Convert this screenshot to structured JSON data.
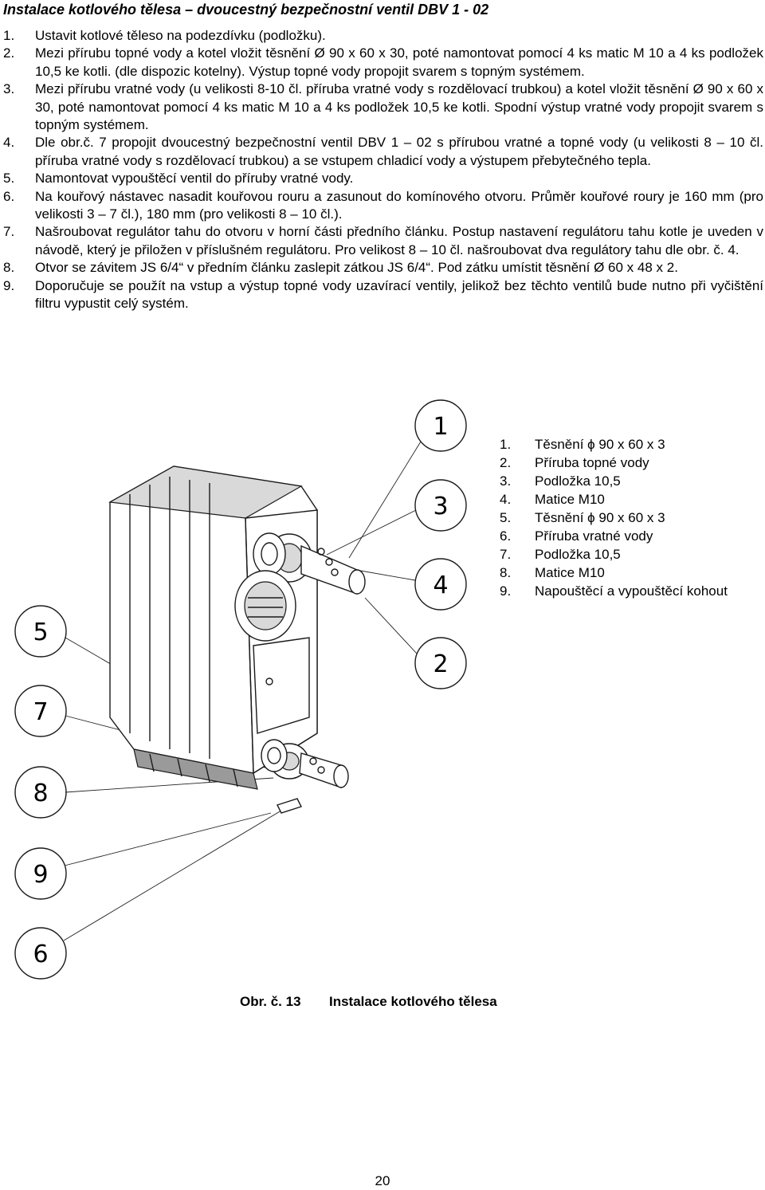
{
  "document": {
    "title": "Instalace kotlového tělesa – dvoucestný bezpečnostní ventil DBV 1 - 02",
    "steps": [
      {
        "num": "1.",
        "text": "Ustavit kotlové těleso na podezdívku (podložku)."
      },
      {
        "num": "2.",
        "text": "Mezi přírubu topné vody a kotel vložit těsnění Ø 90 x 60 x 30, poté namontovat pomocí 4 ks matic M 10 a 4 ks podložek 10,5 ke kotli. (dle dispozic kotelny). Výstup topné vody propojit svarem s topným systémem."
      },
      {
        "num": "3.",
        "text": "Mezi přírubu vratné vody (u velikosti 8-10 čl. příruba vratné vody s rozdělovací trubkou) a kotel vložit těsnění Ø 90 x 60 x 30, poté namontovat pomocí 4 ks matic M 10 a 4 ks podložek 10,5 ke kotli. Spodní výstup vratné vody propojit svarem s topným systémem."
      },
      {
        "num": "4.",
        "text": "Dle obr.č. 7 propojit dvoucestný bezpečnostní ventil DBV 1 – 02 s přírubou vratné a topné vody (u velikosti 8 – 10 čl. příruba vratné vody s rozdělovací trubkou) a se vstupem chladicí vody a výstupem přebytečného tepla."
      },
      {
        "num": "5.",
        "text": "Namontovat vypouštěcí ventil do příruby vratné vody."
      },
      {
        "num": "6.",
        "text": "Na kouřový nástavec nasadit kouřovou rouru a zasunout do komínového otvoru. Průměr kouřové roury je 160 mm (pro velikosti 3 – 7 čl.), 180 mm (pro velikosti 8 – 10 čl.)."
      },
      {
        "num": "7.",
        "text": "Našroubovat regulátor tahu do otvoru v horní části předního článku. Postup nastavení regulátoru tahu kotle je uveden v návodě, který je přiložen v příslušném regulátoru. Pro velikost 8 – 10 čl. našroubovat dva regulátory tahu dle obr. č. 4."
      },
      {
        "num": "8.",
        "text": "Otvor se závitem JS 6/4“ v předním článku zaslepit zátkou JS 6/4“. Pod zátku umístit těsnění Ø 60 x 48 x 2."
      },
      {
        "num": "9.",
        "text": "Doporučuje se použít na vstup a výstup topné vody uzavírací ventily, jelikož bez těchto ventilů bude nutno při vyčištění filtru vypustit celý systém."
      }
    ]
  },
  "figure": {
    "callouts": [
      "1",
      "3",
      "4",
      "2",
      "5",
      "7",
      "8",
      "9",
      "6"
    ],
    "legend": [
      {
        "num": "1.",
        "text": "Těsnění ϕ 90 x 60 x 3"
      },
      {
        "num": "2.",
        "text": "Příruba topné vody"
      },
      {
        "num": "3.",
        "text": "Podložka 10,5"
      },
      {
        "num": "4.",
        "text": "Matice M10"
      },
      {
        "num": "5.",
        "text": "Těsnění ϕ 90 x 60 x 3"
      },
      {
        "num": "6.",
        "text": "Příruba vratné vody"
      },
      {
        "num": "7.",
        "text": "Podložka 10,5"
      },
      {
        "num": "8.",
        "text": "Matice M10"
      },
      {
        "num": "9.",
        "text": "Napouštěcí a vypouštěcí kohout"
      }
    ],
    "caption_num": "Obr. č. 13",
    "caption_text": "Instalace kotlového tělesa"
  },
  "page_number": "20"
}
